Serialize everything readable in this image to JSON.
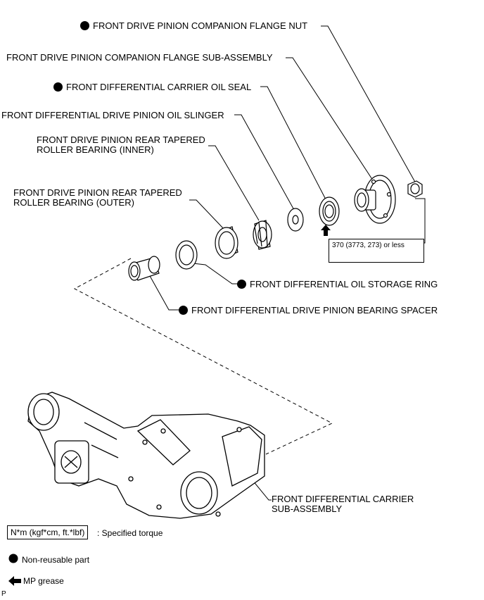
{
  "labels": {
    "flange_nut": "FRONT DRIVE PINION COMPANION FLANGE NUT",
    "flange_sub": "FRONT DRIVE PINION COMPANION FLANGE SUB-ASSEMBLY",
    "oil_seal": "FRONT DIFFERENTIAL CARRIER OIL SEAL",
    "oil_slinger": "FRONT DIFFERENTIAL DRIVE PINION OIL SLINGER",
    "rear_inner_1": "FRONT DRIVE PINION REAR TAPERED",
    "rear_inner_2": "ROLLER BEARING (INNER)",
    "rear_outer_1": "FRONT DRIVE PINION REAR TAPERED",
    "rear_outer_2": "ROLLER BEARING (OUTER)",
    "storage_ring": "FRONT DIFFERENTIAL OIL STORAGE RING",
    "spacer": "FRONT DIFFERENTIAL DRIVE PINION BEARING SPACER",
    "carrier_1": "FRONT DIFFERENTIAL CARRIER",
    "carrier_2": "SUB-ASSEMBLY"
  },
  "torque_spec": "370 (3773, 273) or less",
  "legend": {
    "torque_unit": "N*m (kgf*cm, ft.*lbf)",
    "torque_text": ": Specified torque",
    "nonreusable_text": "Non-reusable part",
    "grease_text": "MP grease"
  },
  "corner_mark": "P"
}
